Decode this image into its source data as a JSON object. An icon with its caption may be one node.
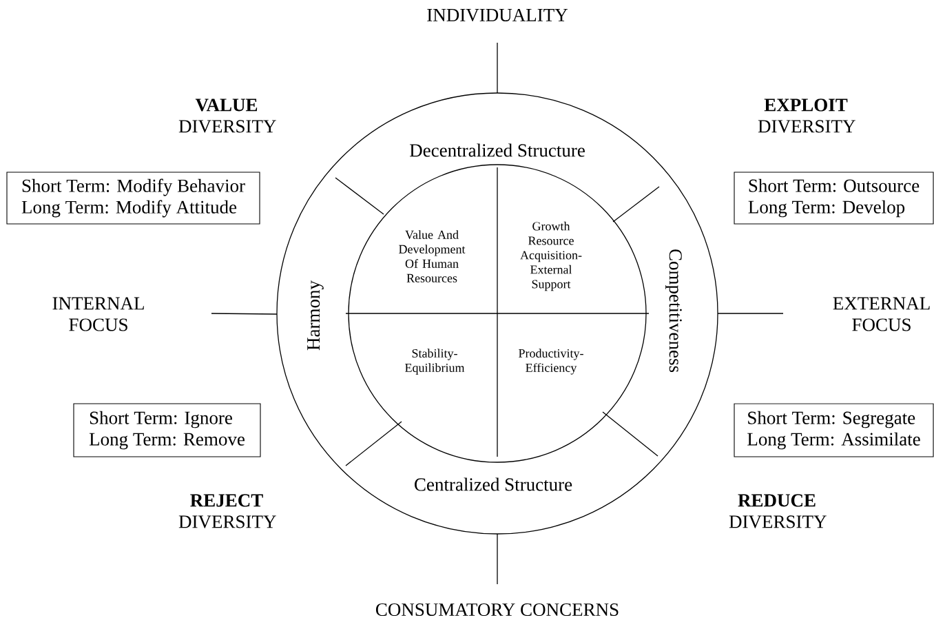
{
  "diagram": {
    "nodes": [
      {
        "text": [
          "Decentralized Structure",
          "Harmony",
          "Competitiveness",
          "Centralized Structure"
        ]
      },
      {
        "text": [
          "Value And Development Of Human Resources",
          "Growth Resource Acquisition- External Support",
          "Stability- Equilibrium",
          "Productivity- Efficiency"
        ],
        "in": 0
      },
      {
        "text": [
          "Short Term: Modify Behavior",
          "Long Term: Modify Attitude"
        ]
      },
      {
        "text": [
          "Short Term: Outsource",
          "Long Term: Develop"
        ]
      },
      {
        "text": [
          "Short Term: Ignore",
          "Long Term: Remove"
        ]
      },
      {
        "text": [
          "Short Term: Segregate",
          "Long Term: Assimilate"
        ]
      }
    ],
    "labels": [
      "INDIVIDUALITY",
      "**VALUE** DIVERSITY",
      "**EXPLOIT** DIVERSITY",
      "INTERNAL FOCUS",
      "EXTERNAL FOCUS",
      "**REJECT** DIVERSITY",
      "**REDUCE** DIVERSITY",
      "CONSUMATORY CONCERNS"
    ]
  }
}
